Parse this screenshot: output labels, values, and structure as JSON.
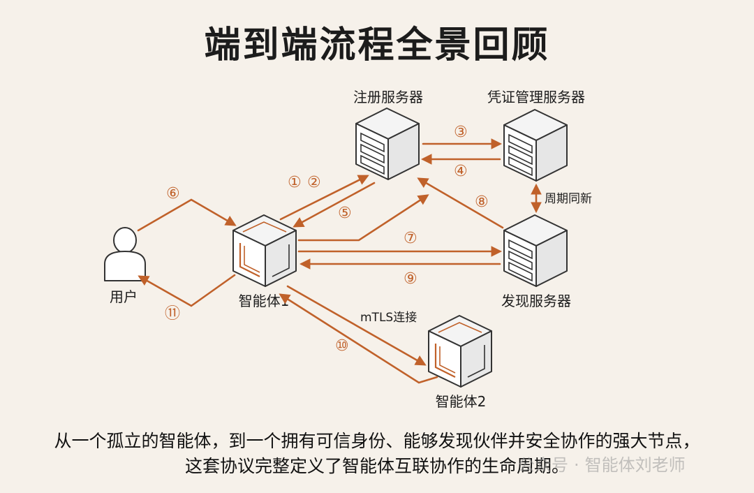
{
  "title": "端到端流程全景回顾",
  "nodes": {
    "registration_server": "注册服务器",
    "credential_server": "凭证管理服务器",
    "discovery_server": "发现服务器",
    "agent1": "智能体1",
    "agent2": "智能体2",
    "user": "用户"
  },
  "edge_labels": {
    "periodic_refresh": "周期同新",
    "mtls": "mTLS连接"
  },
  "steps": [
    "①",
    "②",
    "③",
    "④",
    "⑤",
    "⑥",
    "⑦",
    "⑧",
    "⑨",
    "⑩",
    "⑪"
  ],
  "caption": {
    "line1": "从一个孤立的智能体，到一个拥有可信身份、能够发现伙伴并安全协作的强大节点，",
    "line2": "这套协议完整定义了智能体互联协作的生命周期。"
  },
  "watermark": {
    "source": "公众号",
    "separator": "·",
    "author": "智能体刘老师"
  },
  "colors": {
    "accent": "#c0612a",
    "background": "#f6f1ea",
    "box_face": "#ffffff",
    "box_side": "#ececec",
    "box_stroke": "#333333"
  }
}
